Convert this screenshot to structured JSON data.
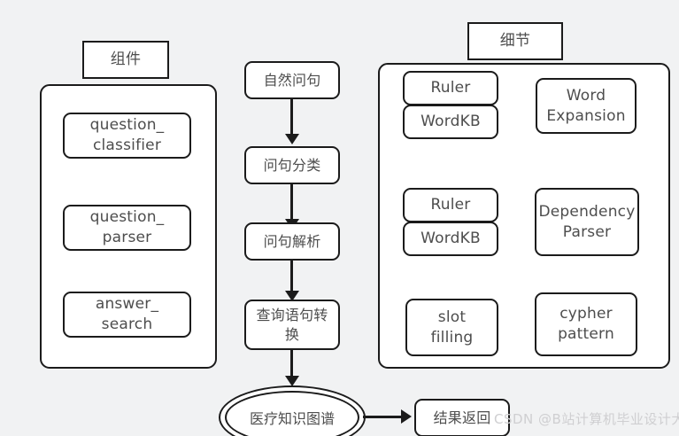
{
  "diagram": {
    "background_color": "#f1f2f3",
    "border_color": "#1b1b1b",
    "text_color": "#4d4d4d",
    "node_fill": "#ffffff"
  },
  "left_section": {
    "header_label": "组件",
    "items": [
      {
        "label": "question_\nclassifier"
      },
      {
        "label": "question_\nparser"
      },
      {
        "label": "answer_\nsearch"
      }
    ]
  },
  "flow": {
    "steps": [
      {
        "label": "自然问句"
      },
      {
        "label": "问句分类"
      },
      {
        "label": "问句解析"
      },
      {
        "label": "查询语句转\n换"
      }
    ],
    "database_label": "医疗知识图谱",
    "result_label": "结果返回"
  },
  "right_section": {
    "header_label": "细节",
    "groups": [
      {
        "stack": [
          {
            "label": "Ruler"
          },
          {
            "label": "WordKB"
          }
        ],
        "side": {
          "label": "Word\nExpansion"
        }
      },
      {
        "stack": [
          {
            "label": "Ruler"
          },
          {
            "label": "WordKB"
          }
        ],
        "side": {
          "label": "Dependency\nParser"
        }
      },
      {
        "stack": [
          {
            "label": "slot\nfilling"
          }
        ],
        "side": {
          "label": "cypher\npattern"
        }
      }
    ]
  },
  "watermark": {
    "text": "CSDN @B站计算机毕业设计大学"
  }
}
